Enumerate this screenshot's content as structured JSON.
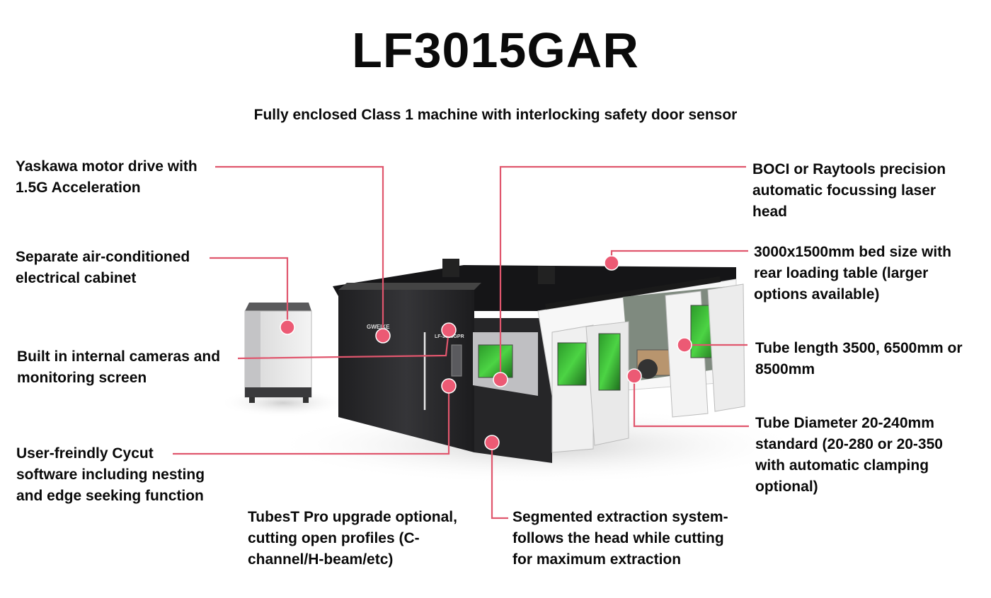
{
  "title": "LF3015GAR",
  "subtitle": "Fully enclosed Class 1 machine with interlocking safety door sensor",
  "callouts": {
    "motor": "Yaskawa motor drive with\n1.5G Acceleration",
    "cabinet": "Separate air-conditioned\nelectrical cabinet",
    "cameras": "Built in internal cameras and\nmonitoring screen",
    "software": "User-freindly Cycut\nsoftware including nesting\nand edge seeking function",
    "tubest": "TubesT Pro upgrade optional,\ncutting open profiles (C-\nchannel/H-beam/etc)",
    "extraction": "Segmented extraction system-\nfollows the head while cutting\nfor maximum extraction",
    "laser_head": "BOCI or Raytools precision\nautomatic focussing laser\nhead",
    "bed": "3000x1500mm bed size with\nrear loading table  (larger\noptions available)",
    "tube_length": "Tube length 3500, 6500mm or\n8500mm",
    "tube_diameter": "Tube Diameter 20-240mm\nstandard (20-280 or 20-350\nwith automatic clamping\noptional)"
  },
  "machine": {
    "brand_mark": "GWEIKE",
    "model_mark": "LF-3015GPR"
  },
  "colors": {
    "accent": "#e0566d",
    "marker": "#ec5a74",
    "machine_dark": "#2b2b2d",
    "glass_green": "#3dbb36"
  }
}
